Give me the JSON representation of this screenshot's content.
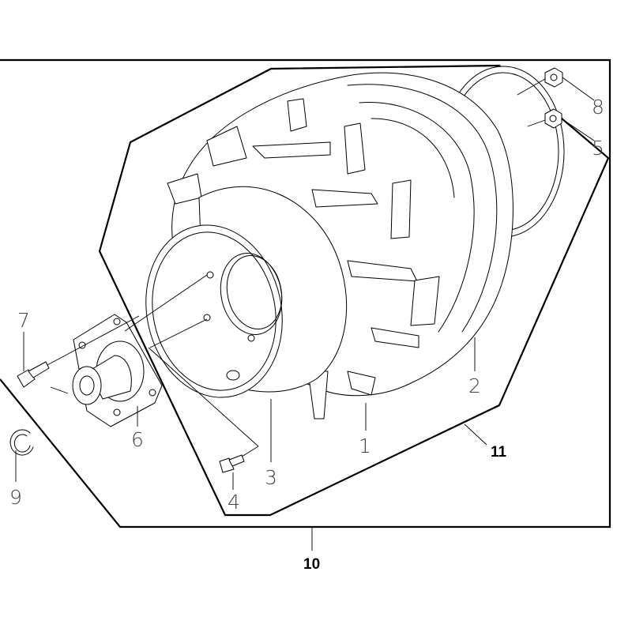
{
  "callouts": {
    "p1": "1",
    "p2": "2",
    "p3": "3",
    "p4": "4",
    "p5": "5",
    "p6": "6",
    "p7": "7",
    "p8": "8",
    "p9": "9",
    "assembly_10": "10",
    "assembly_11": "11"
  }
}
